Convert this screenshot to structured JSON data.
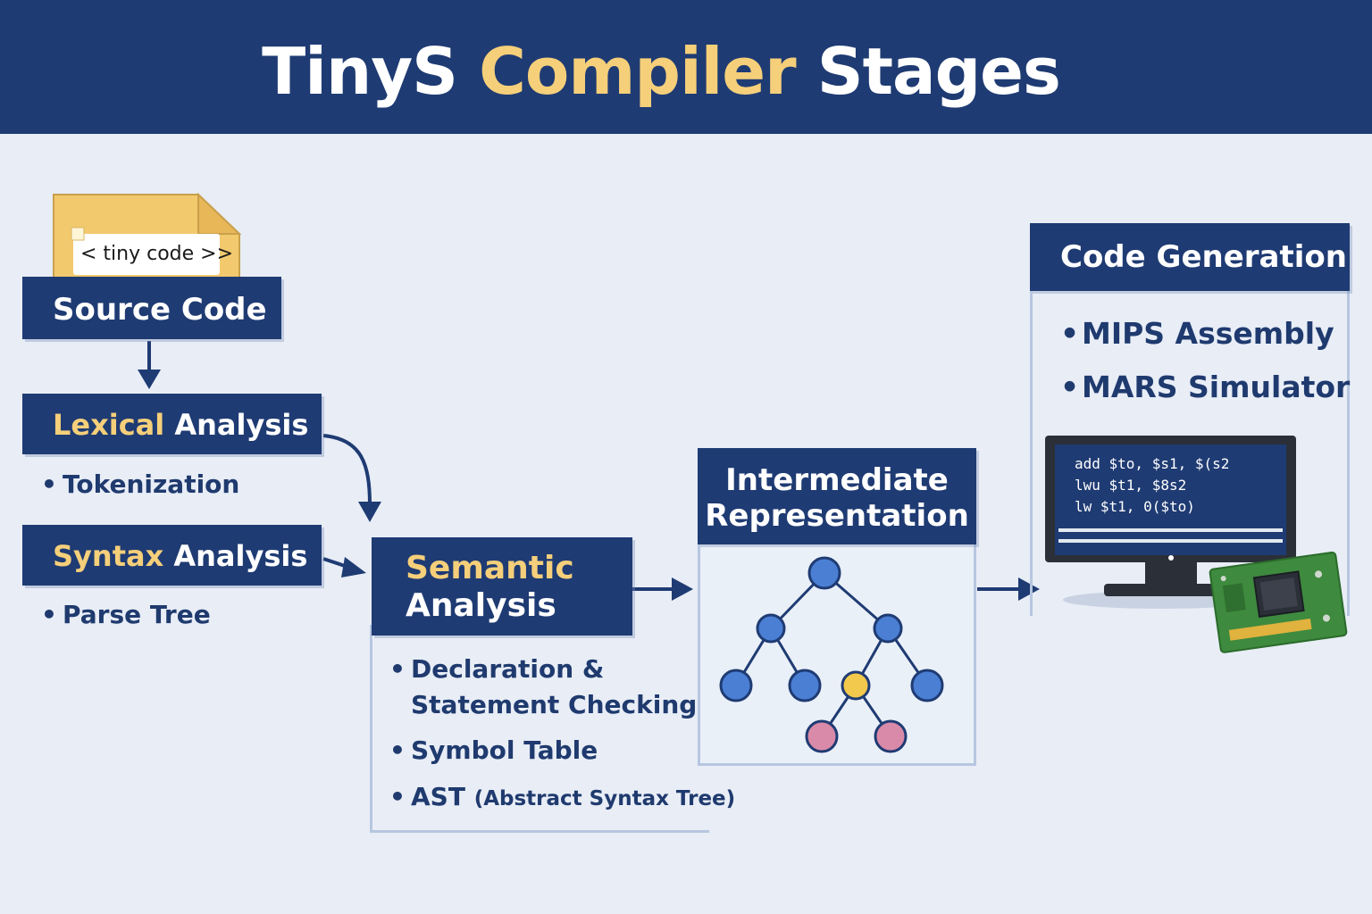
{
  "header": {
    "title_part1": "TinyS",
    "title_part2": "Compiler",
    "title_part3": "Stages"
  },
  "file_icon": {
    "label": "< tiny code >>"
  },
  "source": {
    "label": "Source Code"
  },
  "lexical": {
    "label_hl": "Lexical",
    "label_rest": "Analysis",
    "bullets": [
      "Tokenization"
    ]
  },
  "syntax": {
    "label_hl": "Syntax",
    "label_rest": "Analysis",
    "bullets": [
      "Parse Tree"
    ]
  },
  "semantic": {
    "line1": "Semantic",
    "line2": "Analysis",
    "bullets": [
      "Declaration &",
      "Statement Checking",
      "Symbol Table",
      "AST"
    ],
    "ast_note": "(Abstract Syntax Tree)"
  },
  "ir": {
    "line1": "Intermediate",
    "line2": "Representation"
  },
  "codegen": {
    "label": "Code Generation",
    "bullets": [
      "MIPS Assembly",
      "MARS Simulator"
    ],
    "screen_lines": [
      "add $to, $s1, $(s2",
      "lwu $t1, $8s2",
      "lw  $t1, 0($to)"
    ]
  },
  "colors": {
    "navy": "#1f3b73",
    "gold": "#f5cf7a",
    "node_blue": "#4a7fd4",
    "node_yellow": "#f2c94c",
    "node_pink": "#d98aa8"
  }
}
